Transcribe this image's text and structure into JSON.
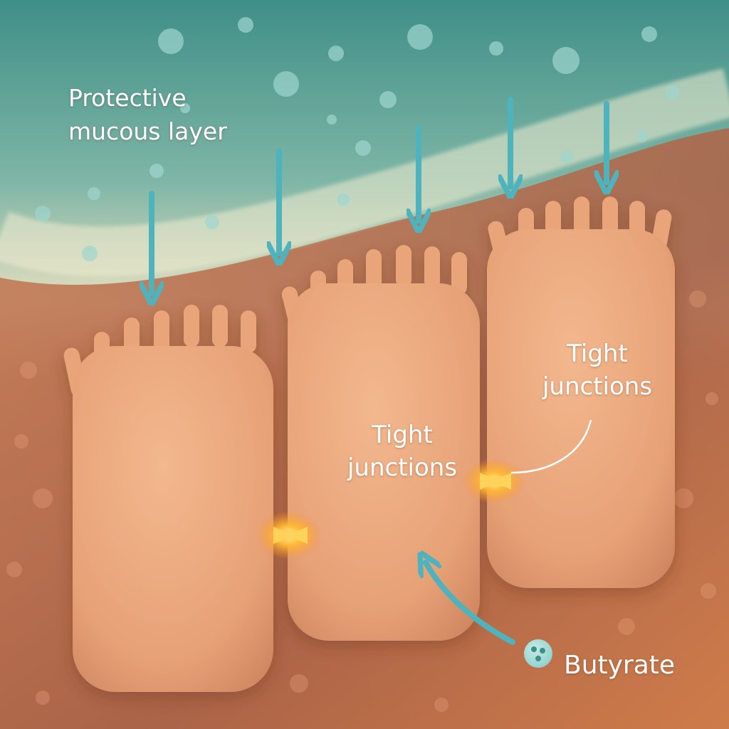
{
  "labels": {
    "mucous_layer": {
      "line1": "Protective",
      "line2": "mucous layer"
    },
    "tight_junctions_center": {
      "line1": "Tight",
      "line2": "junctions"
    },
    "tight_junctions_right": {
      "line1": "Tight",
      "line2": "junctions"
    },
    "butyrate": "Butyrate"
  },
  "icons": {
    "mucus_arrows": "down-arrow-icon",
    "butyrate_molecule": "molecule-icon",
    "butyrate_arrow": "curved-arrow-icon"
  },
  "colors": {
    "mucus_top": "#3e8e86",
    "mucus_band": "#e8e2c2",
    "tissue": "#c8784c",
    "cell": "#e9a47a",
    "arrow": "#4fb3bd",
    "junction_glow": "#ffb030",
    "label_text": "#ffffff"
  }
}
